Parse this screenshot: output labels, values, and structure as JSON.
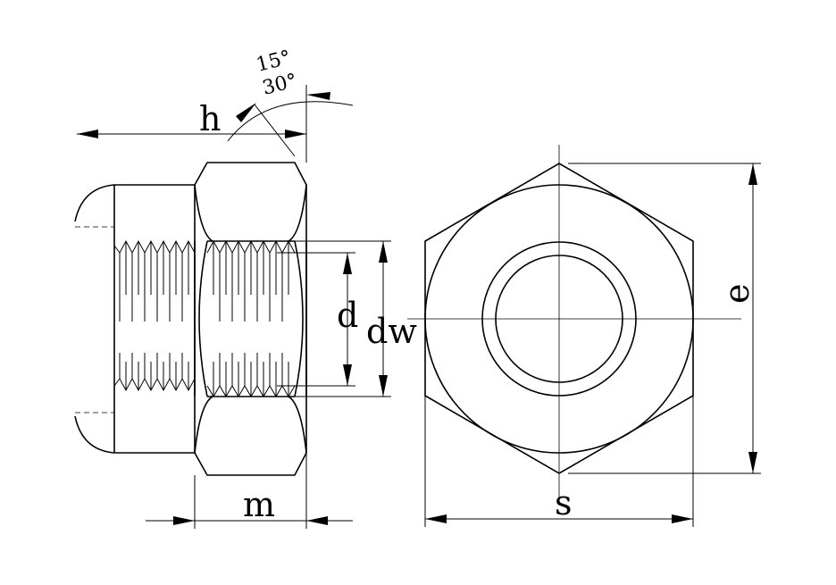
{
  "diagram": {
    "labels": {
      "h": "h",
      "m": "m",
      "d": "d",
      "dw": "dw",
      "s": "s",
      "e": "e",
      "angle_top": "15°",
      "angle_bottom": "30°"
    }
  }
}
